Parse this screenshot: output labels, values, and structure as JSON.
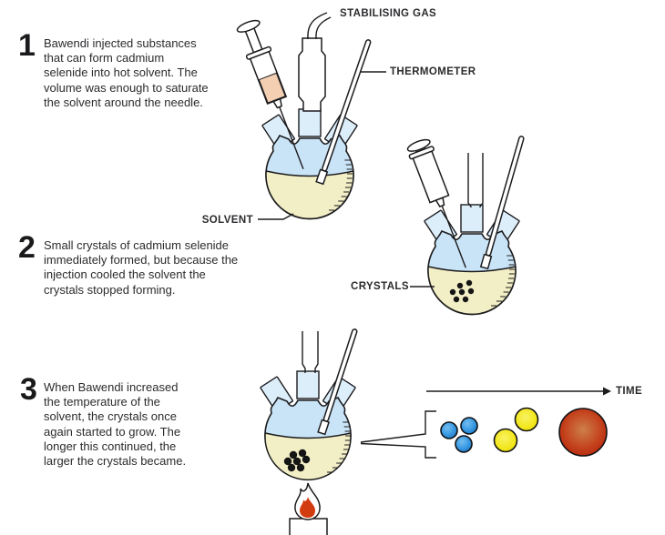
{
  "diagram": {
    "title_context": "Bawendi quantum-dot synthesis diagram",
    "steps": [
      {
        "number": "1",
        "text": "Bawendi injected substances\nthat can form cadmium\nselenide into hot solvent. The\nvolume was enough to saturate\nthe solvent around the needle."
      },
      {
        "number": "2",
        "text": "Small crystals of cadmium selenide\nimmediately formed, but because the\ninjection cooled the solvent the\ncrystals stopped forming."
      },
      {
        "number": "3",
        "text": "When Bawendi increased\nthe temperature of the\nsolvent, the crystals once\nagain started to grow. The\nlonger this continued, the\nlarger the crystals became."
      }
    ],
    "labels": {
      "stabilising_gas": "STABILISING GAS",
      "thermometer": "THERMOMETER",
      "solvent": "SOLVENT",
      "crystals": "CRYSTALS",
      "time": "TIME"
    },
    "colors": {
      "flask_glass": "#c9e3f7",
      "neck_joint": "#ddeefb",
      "solvent": "#f2eec5",
      "syringe_liquid": "#f4cfb2",
      "crystal_dot": "#151515",
      "flame_red": "#d23b10",
      "ball_blue": "#2e8fd8",
      "ball_yellow": "#f0e40c",
      "ball_red": "#c21f0c",
      "outline": "#1c1c1e",
      "text": "#2b2b2e"
    }
  }
}
